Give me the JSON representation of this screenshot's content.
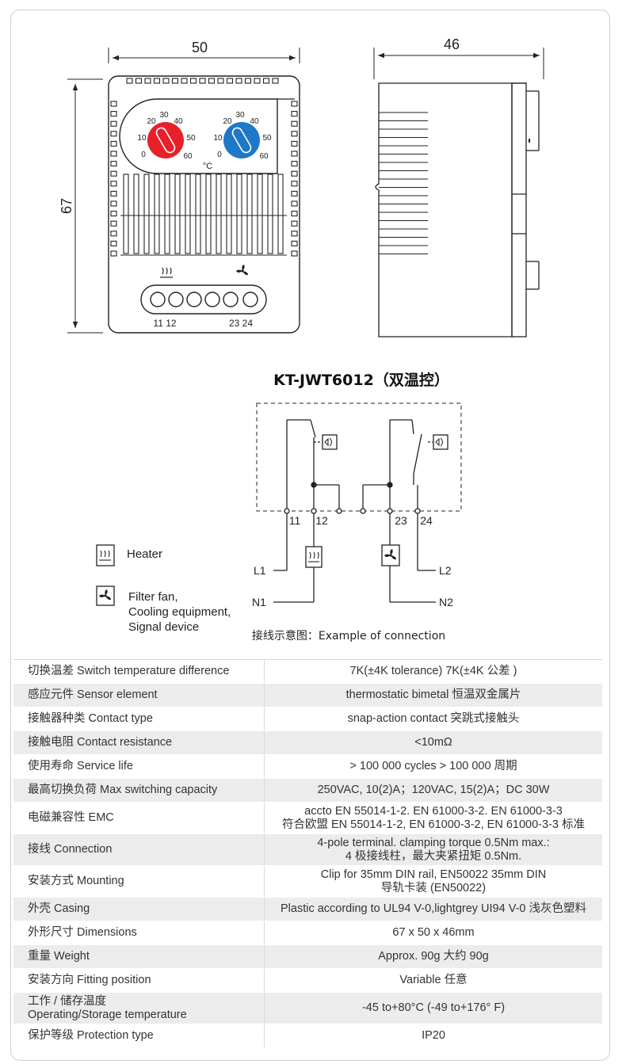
{
  "drawing": {
    "dim_width": "50",
    "dim_depth": "46",
    "dim_height": "67",
    "dial_left_marks": [
      "20",
      "30",
      "40",
      "10",
      "50",
      "0",
      "60"
    ],
    "dial_right_marks": [
      "20",
      "30",
      "40",
      "10",
      "50",
      "0",
      "60"
    ],
    "unit_celsius": "°C",
    "terminal_labels": [
      "11 12",
      "23 24"
    ]
  },
  "model_title": "KT-JWT6012（双温控）",
  "wiring": {
    "terminals": [
      "11",
      "12",
      "23",
      "24"
    ],
    "lines": [
      "L1",
      "N1",
      "L2",
      "N2"
    ],
    "legend_heater": "Heater",
    "legend_fan": [
      "Filter fan,",
      "Cooling equipment,",
      "Signal device"
    ],
    "caption": "接线示意图：Example of connection"
  },
  "specs": [
    {
      "key": [
        "切换温差 Switch temperature difference"
      ],
      "value": [
        "7K(±4K tolerance) 7K(±4K 公差 )"
      ]
    },
    {
      "key": [
        "感应元件 Sensor element"
      ],
      "value": [
        "thermostatic bimetal 恒温双金属片"
      ]
    },
    {
      "key": [
        "接触器种类 Contact type"
      ],
      "value": [
        "snap-action contact 突跳式接触头"
      ]
    },
    {
      "key": [
        "接触电阻 Contact resistance"
      ],
      "value": [
        "<10mΩ"
      ]
    },
    {
      "key": [
        "使用寿命 Service life"
      ],
      "value": [
        "> 100 000 cycles > 100 000 周期"
      ]
    },
    {
      "key": [
        "最高切换负荷 Max switching capacity"
      ],
      "value": [
        "250VAC, 10(2)A；120VAC, 15(2)A；DC 30W"
      ]
    },
    {
      "key": [
        "电磁兼容性 EMC"
      ],
      "value": [
        "accto EN 55014-1-2. EN 61000-3-2. EN 61000-3-3",
        "符合欧盟 EN 55014-1-2, EN 61000-3-2, EN 61000-3-3 标准"
      ]
    },
    {
      "key": [
        "接线 Connection"
      ],
      "value": [
        "4-pole terminal. clamping torque 0.5Nm max.:",
        "4 极接线柱，最大夹紧扭矩 0.5Nm."
      ]
    },
    {
      "key": [
        "安装方式 Mounting"
      ],
      "value": [
        "Clip for 35mm DIN rail, EN50022 35mm DIN",
        "导轨卡装 (EN50022)"
      ]
    },
    {
      "key": [
        "外壳 Casing"
      ],
      "value": [
        "Plastic according to UL94 V-0,lightgrey UI94 V-0 浅灰色塑料"
      ]
    },
    {
      "key": [
        "外形尺寸 Dimensions"
      ],
      "value": [
        "67 x 50 x 46mm"
      ]
    },
    {
      "key": [
        "重量 Weight"
      ],
      "value": [
        "Approx. 90g 大约 90g"
      ]
    },
    {
      "key": [
        "安装方向 Fitting position"
      ],
      "value": [
        "Variable 任意"
      ]
    },
    {
      "key": [
        "工作 / 储存温度",
        "Operating/Storage temperature"
      ],
      "value": [
        "-45 to+80°C (-49 to+176° F)"
      ]
    },
    {
      "key": [
        "保护等级 Protection type"
      ],
      "value": [
        "IP20"
      ]
    }
  ],
  "colors": {
    "heater_dial": "#e8202a",
    "cooler_dial": "#1e78c8",
    "stripe": "#ececec"
  }
}
